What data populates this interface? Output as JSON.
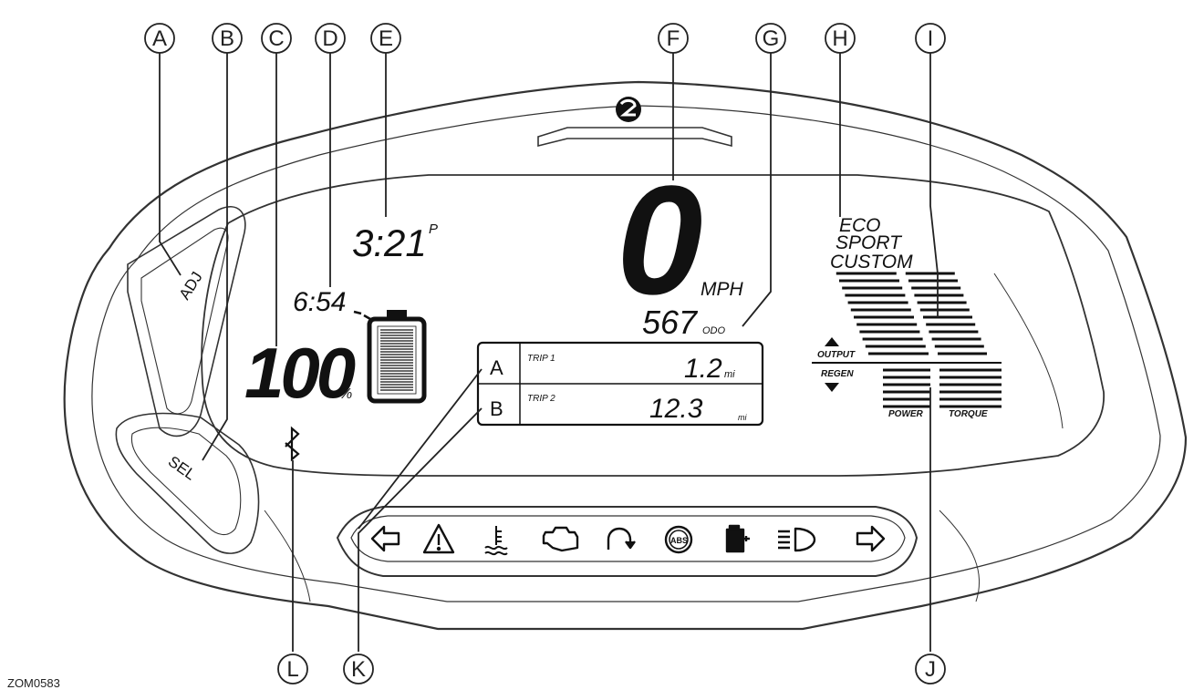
{
  "figure_id": "ZOM0583",
  "callouts": [
    "A",
    "B",
    "C",
    "D",
    "E",
    "F",
    "G",
    "H",
    "I",
    "J",
    "K",
    "L"
  ],
  "buttons": {
    "adj": "ADJ",
    "sel": "SEL"
  },
  "clock": {
    "time": "3:21",
    "ampm": "P"
  },
  "range": {
    "time": "6:54"
  },
  "charge": {
    "value": "100",
    "unit": "%"
  },
  "speed": {
    "value": "0",
    "unit": "MPH"
  },
  "odometer": {
    "value": "567",
    "label": "ODO"
  },
  "ride_modes": [
    "ECO",
    "SPORT",
    "CUSTOM"
  ],
  "trip": {
    "a": {
      "letter": "A",
      "label": "TRIP 1",
      "value": "1.2",
      "unit": "mi"
    },
    "b": {
      "letter": "B",
      "label": "TRIP 2",
      "value": "12.3",
      "unit": "mi"
    }
  },
  "gauge": {
    "output": "OUTPUT",
    "regen": "REGEN",
    "power": "POWER",
    "torque": "TORQUE"
  },
  "indicators": [
    "left-turn-icon",
    "hazard-warning-icon",
    "coolant-temp-icon",
    "check-engine-icon",
    "traction-control-icon",
    "abs-icon",
    "battery-fault-icon",
    "high-beam-icon",
    "right-turn-icon"
  ]
}
